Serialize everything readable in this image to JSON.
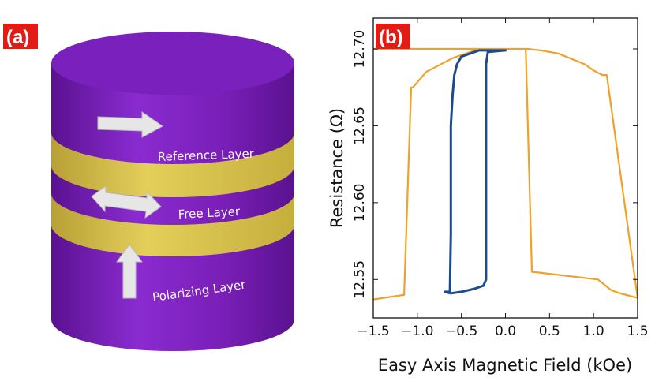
{
  "panel_a": {
    "badge": "(a)",
    "layers": {
      "reference": "Reference Layer",
      "free": "Free Layer",
      "polarizing": "Polarizing Layer"
    },
    "colors": {
      "cylinder": "#7a1fb8",
      "band": "#d8c24c",
      "arrow": "#e6e6e6",
      "badge": "#e21b14"
    },
    "icons": [
      "arrow-right-icon",
      "arrow-left-right-icon",
      "arrow-up-icon"
    ]
  },
  "panel_b": {
    "badge": "(b)"
  },
  "chart_data": {
    "type": "line",
    "title": "",
    "xlabel": "Easy Axis Magnetic Field (kOe)",
    "ylabel": "Resistance (Ω)",
    "xlim": [
      -1.5,
      1.5
    ],
    "ylim": [
      12.525,
      12.72
    ],
    "xticks": [
      -1.5,
      -1.0,
      -0.5,
      0.0,
      0.5,
      1.0,
      1.5
    ],
    "xtick_labels": [
      "−1.5",
      "−1.0",
      "−0.5",
      "0.0",
      "0.5",
      "1.0",
      "1.5"
    ],
    "yticks": [
      12.55,
      12.6,
      12.65,
      12.7
    ],
    "ytick_labels": [
      "12.55",
      "12.60",
      "12.65",
      "12.70"
    ],
    "grid": false,
    "series": [
      {
        "color": "#f0a128",
        "x": [
          -1.5,
          -1.15,
          -1.07,
          -1.05,
          -0.9,
          -0.6,
          -0.4,
          -0.3,
          -0.25,
          0.2,
          0.25,
          0.4,
          0.6,
          0.9,
          1.0,
          1.1,
          1.15,
          1.5,
          1.3,
          1.2,
          1.05,
          0.3,
          0.23,
          0.1,
          -0.1,
          -0.35,
          -0.55,
          -0.8,
          -1.0,
          -1.15,
          -1.25,
          -1.5
        ],
        "y": [
          12.537,
          12.54,
          12.675,
          12.675,
          12.685,
          12.694,
          12.698,
          12.7,
          12.7,
          12.7,
          12.7,
          12.699,
          12.697,
          12.69,
          12.686,
          12.683,
          12.683,
          12.538,
          12.541,
          12.543,
          12.55,
          12.555,
          12.7,
          12.7,
          12.7,
          12.7,
          12.7,
          12.7,
          12.7,
          12.7,
          12.7,
          12.7
        ]
      },
      {
        "color": "#1f4a8c",
        "x": [
          -0.7,
          -0.63,
          -0.62,
          -0.62,
          -0.6,
          -0.58,
          -0.55,
          -0.5,
          -0.4,
          -0.3,
          0.0,
          -0.2,
          -0.22,
          -0.22,
          -0.25,
          -0.35,
          -0.5,
          -0.62,
          -0.7
        ],
        "y": [
          12.542,
          12.542,
          12.58,
          12.65,
          12.67,
          12.683,
          12.69,
          12.695,
          12.697,
          12.699,
          12.699,
          12.698,
          12.69,
          12.55,
          12.546,
          12.544,
          12.542,
          12.541,
          12.542
        ]
      }
    ]
  }
}
